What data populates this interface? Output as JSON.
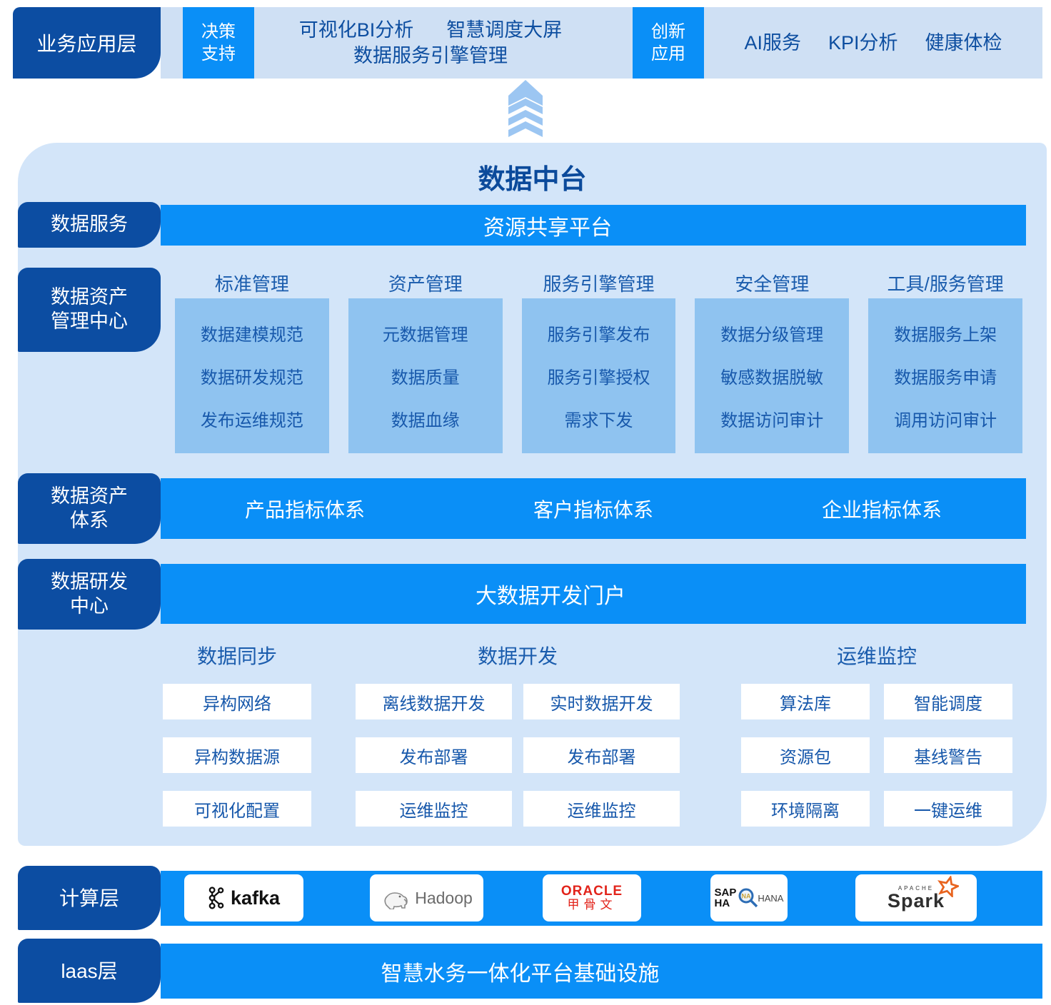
{
  "colors": {
    "navy": "#0c4da2",
    "bright_blue": "#0a8ff7",
    "panel_blue": "#d3e5f9",
    "strip_blue": "#cfe0f4",
    "item_box_blue": "#8fc3f0",
    "text_blue": "#1a5cad",
    "oracle_red": "#e2231a",
    "spark_orange": "#e8641f"
  },
  "top_strip": {
    "layer_label": "业务应用层",
    "decision_chip": {
      "line1": "决策",
      "line2": "支持"
    },
    "decision_items": {
      "bi": "可视化BI分析",
      "dispatch": "智慧调度大屏",
      "engine": "数据服务引擎管理"
    },
    "innovation_chip": {
      "line1": "创新",
      "line2": "应用"
    },
    "innovation_items": {
      "ai": "AI服务",
      "kpi": "KPI分析",
      "health": "健康体检"
    }
  },
  "platform": {
    "title": "数据中台",
    "data_service": {
      "label": "数据服务",
      "bar": "资源共享平台"
    },
    "asset_mgmt": {
      "label_line1": "数据资产",
      "label_line2": "管理中心",
      "columns": [
        {
          "header": "标准管理",
          "items": [
            "数据建模规范",
            "数据研发规范",
            "发布运维规范"
          ]
        },
        {
          "header": "资产管理",
          "items": [
            "元数据管理",
            "数据质量",
            "数据血缘"
          ]
        },
        {
          "header": "服务引擎管理",
          "items": [
            "服务引擎发布",
            "服务引擎授权",
            "需求下发"
          ]
        },
        {
          "header": "安全管理",
          "items": [
            "数据分级管理",
            "敏感数据脱敏",
            "数据访问审计"
          ]
        },
        {
          "header": "工具/服务管理",
          "items": [
            "数据服务上架",
            "数据服务申请",
            "调用访问审计"
          ]
        }
      ]
    },
    "asset_system": {
      "label_line1": "数据资产",
      "label_line2": "体系",
      "items": [
        "产品指标体系",
        "客户指标体系",
        "企业指标体系"
      ]
    },
    "dev_center": {
      "label_line1": "数据研发",
      "label_line2": "中心",
      "bar": "大数据开发门户",
      "groups": [
        {
          "header": "数据同步",
          "boxes": [
            "异构网络",
            "异构数据源",
            "可视化配置"
          ]
        },
        {
          "header": "数据开发",
          "boxes": [
            [
              "离线数据开发",
              "实时数据开发"
            ],
            [
              "发布部署",
              "发布部署"
            ],
            [
              "运维监控",
              "运维监控"
            ]
          ]
        },
        {
          "header": "运维监控",
          "boxes": [
            [
              "算法库",
              "智能调度"
            ],
            [
              "资源包",
              "基线警告"
            ],
            [
              "环境隔离",
              "一键运维"
            ]
          ]
        }
      ]
    }
  },
  "compute_layer": {
    "label": "计算层",
    "logos": [
      {
        "name": "kafka",
        "label": "kafka"
      },
      {
        "name": "hadoop",
        "label": "Hadoop"
      },
      {
        "name": "oracle",
        "label": "ORACLE",
        "sub": "甲骨文"
      },
      {
        "name": "sap-hana",
        "line1": "SAP",
        "line2": "HA",
        "lens": "NA",
        "label": "HANA"
      },
      {
        "name": "spark",
        "tagline": "APACHE",
        "label": "Spark"
      }
    ]
  },
  "iaas_layer": {
    "label": "laas层",
    "bar": "智慧水务一体化平台基础设施"
  }
}
